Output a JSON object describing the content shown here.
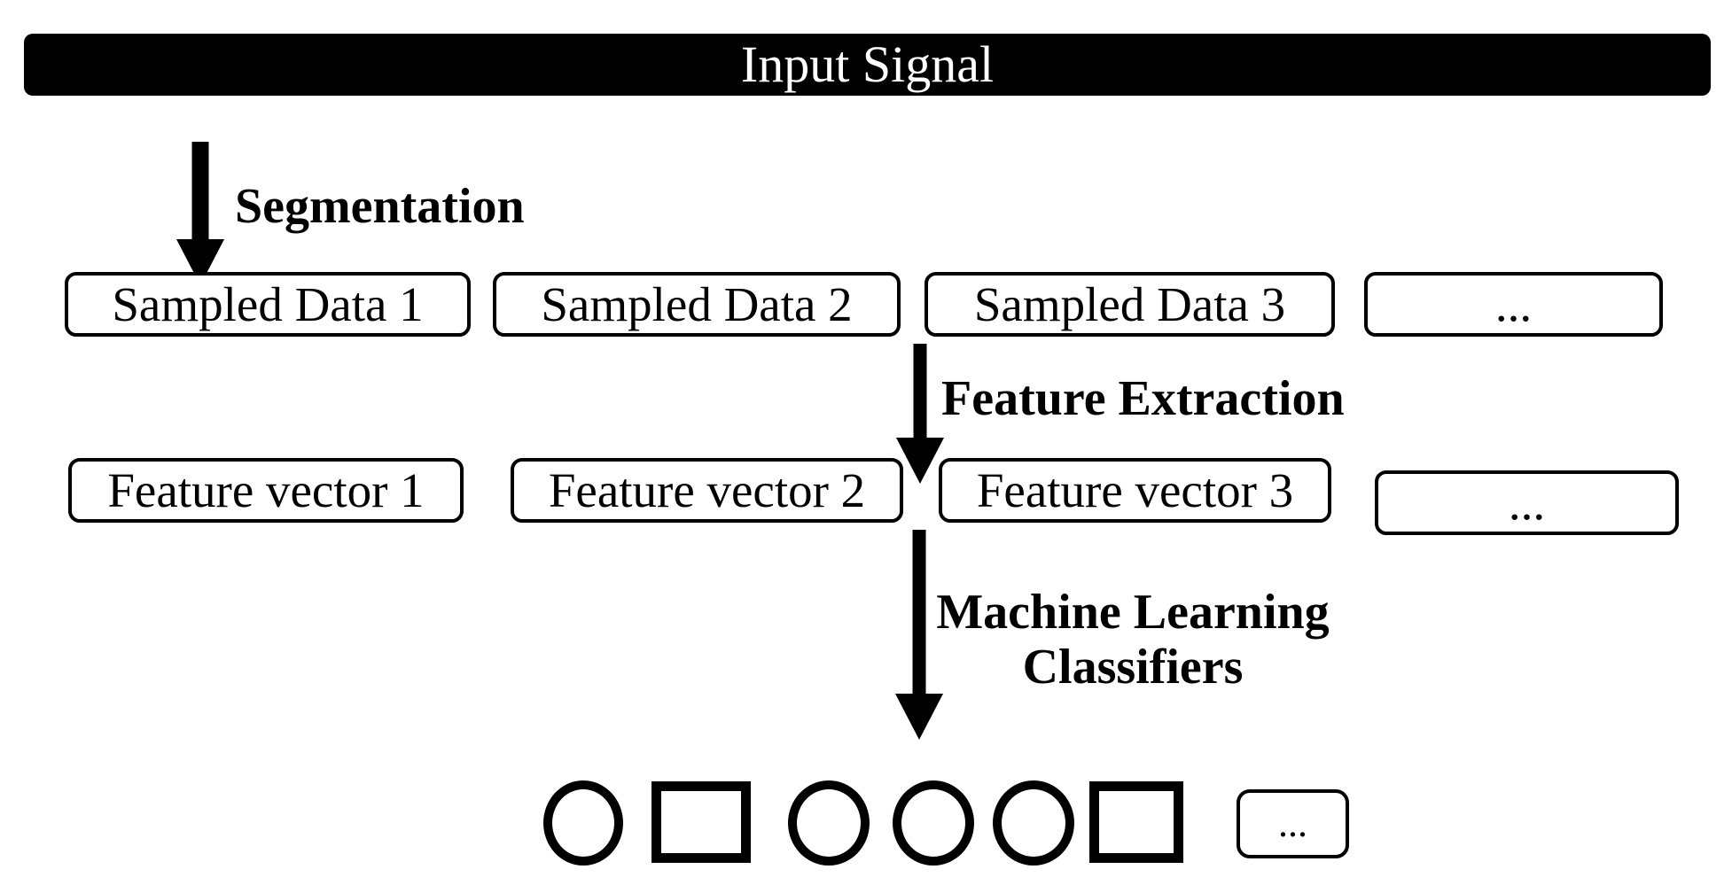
{
  "colors": {
    "ink": "#000000",
    "background": "#ffffff",
    "bar_background": "#000000",
    "bar_text": "#ffffff"
  },
  "input_bar": {
    "label": "Input Signal"
  },
  "steps": {
    "segmentation": {
      "label": "Segmentation"
    },
    "feature_extraction": {
      "label": "Feature Extraction"
    },
    "ml_classifiers": {
      "label": "Machine Learning Classifiers"
    }
  },
  "sampled_row": {
    "items": [
      "Sampled Data 1",
      "Sampled Data 2",
      "Sampled Data 3",
      "..."
    ]
  },
  "feature_row": {
    "items": [
      "Feature vector 1",
      "Feature vector 2",
      "Feature vector 3",
      "..."
    ]
  },
  "classifier_row": {
    "shapes": [
      "circle",
      "rectangle",
      "circle",
      "circle",
      "circle",
      "rectangle",
      "more-box"
    ],
    "more_label": "..."
  }
}
